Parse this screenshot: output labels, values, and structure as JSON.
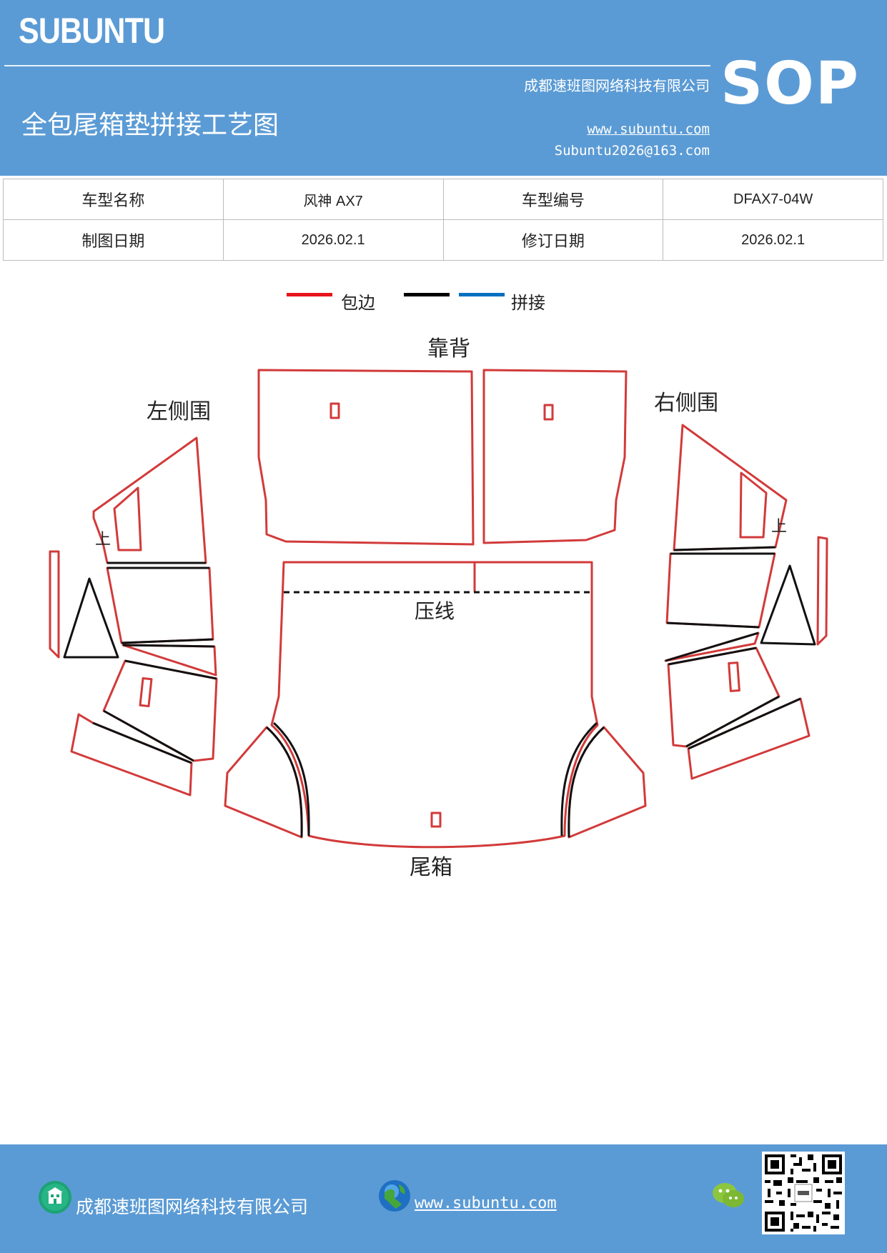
{
  "header": {
    "brand": "SUBUNTU",
    "company": "成都速班图网络科技有限公司",
    "title": "全包尾箱垫拼接工艺图",
    "website": "www.subuntu.com",
    "email": "Subuntu2026@163.com",
    "badge": "SOP"
  },
  "info_table": {
    "rows": [
      [
        {
          "label": "车型名称",
          "value": "风神 AX7"
        },
        {
          "label": "车型编号",
          "value": "DFAX7-04W"
        }
      ],
      [
        {
          "label": "制图日期",
          "value": "2026.02.1"
        },
        {
          "label": "修订日期",
          "value": "2026.02.1"
        }
      ]
    ]
  },
  "legend": {
    "items": [
      {
        "label": "包边",
        "color": "#e8141b"
      },
      {
        "label": "",
        "color": "#000000"
      },
      {
        "label": "拼接",
        "color": "#0070c0"
      }
    ]
  },
  "diagram": {
    "labels": {
      "backrest": "靠背",
      "left_side": "左侧围",
      "right_side": "右侧围",
      "crease": "压线",
      "trunk": "尾箱",
      "up_left": "上",
      "up_right": "上"
    },
    "colors": {
      "edge": "#d23a3a",
      "seam": "#111111"
    }
  },
  "footer": {
    "company": "成都速班图网络科技有限公司",
    "website": "www.subuntu.com",
    "icons": [
      "building-icon",
      "globe-icon",
      "wechat-icon",
      "qr-code"
    ]
  }
}
